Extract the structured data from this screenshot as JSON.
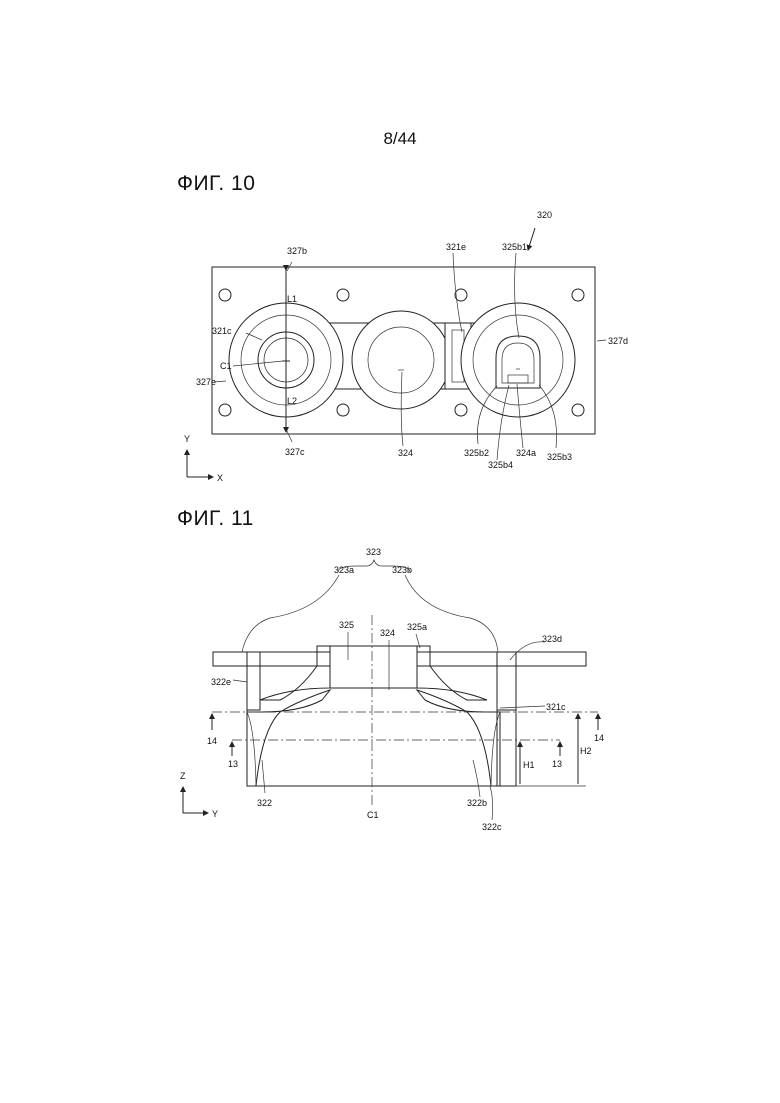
{
  "page_number": "8/44",
  "figures": [
    {
      "title": "ФИГ. 10",
      "labels": {
        "ref_320": "320",
        "ref_327b": "327b",
        "ref_321e": "321e",
        "ref_325b1": "325b1",
        "ref_L1": "L1",
        "ref_321c": "321c",
        "ref_327d": "327d",
        "ref_C1": "C1",
        "ref_327e": "327e",
        "ref_L2": "L2",
        "ref_327c": "327c",
        "ref_324": "324",
        "ref_325b2": "325b2",
        "ref_325b4": "325b4",
        "ref_324a": "324a",
        "ref_325b3": "325b3",
        "axis_y": "Y",
        "axis_x": "X"
      }
    },
    {
      "title": "ФИГ. 11",
      "labels": {
        "ref_323": "323",
        "ref_323a": "323a",
        "ref_323b": "323b",
        "ref_325": "325",
        "ref_324": "324",
        "ref_325a": "325a",
        "ref_323d": "323d",
        "ref_322e": "322e",
        "ref_321c": "321c",
        "ref_14_left": "14",
        "ref_14_right": "14",
        "ref_13_left": "13",
        "ref_13_right": "13",
        "ref_H1": "H1",
        "ref_H2": "H2",
        "ref_322": "322",
        "ref_C1": "C1",
        "ref_322b": "322b",
        "ref_322c": "322c",
        "axis_z": "Z",
        "axis_y": "Y"
      }
    }
  ]
}
